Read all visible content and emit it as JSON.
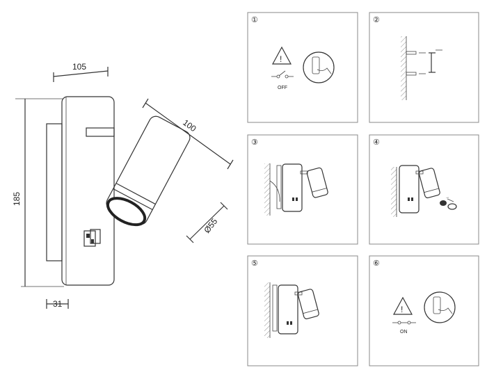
{
  "dimensions": {
    "width_label": "105",
    "length_label": "100",
    "height_label": "185",
    "diameter_label": "Ø55",
    "depth_label": "31"
  },
  "steps": [
    {
      "number": "①",
      "caption": "OFF"
    },
    {
      "number": "②",
      "caption": ""
    },
    {
      "number": "③",
      "caption": ""
    },
    {
      "number": "④",
      "caption": ""
    },
    {
      "number": "⑤",
      "caption": ""
    },
    {
      "number": "⑥",
      "caption": "ON"
    }
  ]
}
